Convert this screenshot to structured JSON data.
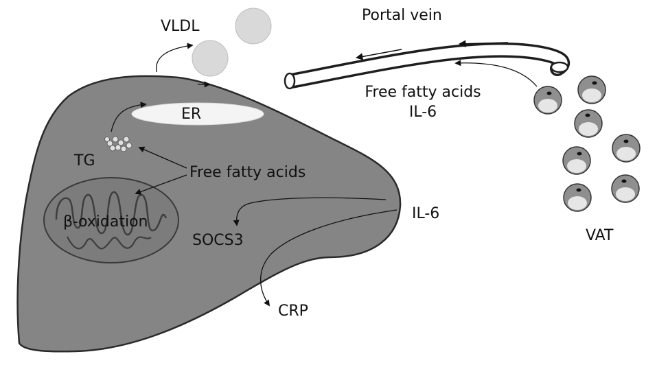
{
  "labels": {
    "vldl": "VLDL",
    "portal_vein": "Portal vein",
    "ffa_top": "Free fatty acids",
    "il6_top": "IL-6",
    "er": "ER",
    "tg": "TG",
    "ffa_liver": "Free fatty acids",
    "beta_oxidation": "β-oxidation",
    "il6_liver": "IL-6",
    "socs3": "SOCS3",
    "crp": "CRP",
    "vat": "VAT"
  },
  "colors": {
    "liver": "#858585",
    "liver_outline": "#2a2a2a",
    "vldl_particle": "#d9d9d9",
    "adipocyte_outer": "#8f8f8f",
    "adipocyte_inner": "#e6e6e6",
    "arrow": "#111111"
  }
}
